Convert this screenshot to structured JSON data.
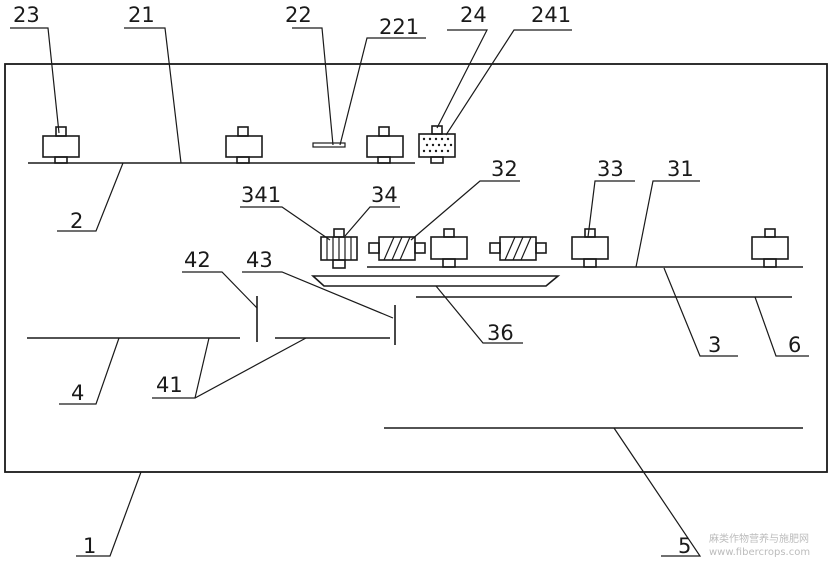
{
  "labels": {
    "n1": "1",
    "n2": "2",
    "n21": "21",
    "n22": "22",
    "n221": "221",
    "n23": "23",
    "n24": "24",
    "n241": "241",
    "n3": "3",
    "n31": "31",
    "n32": "32",
    "n33": "33",
    "n34": "34",
    "n341": "341",
    "n36": "36",
    "n4": "4",
    "n41": "41",
    "n42": "42",
    "n43": "43",
    "n5": "5",
    "n6": "6"
  },
  "watermark": {
    "line1": "麻类作物营养与施肥网",
    "line2": "www.fibercrops.com"
  }
}
